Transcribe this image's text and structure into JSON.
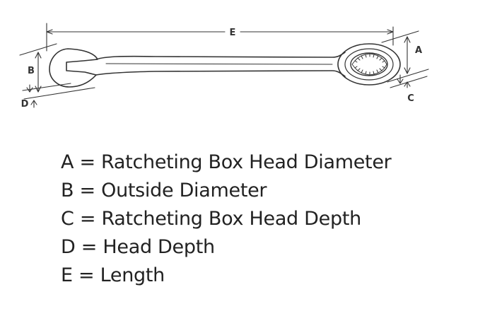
{
  "diagram": {
    "labels": {
      "a": "A",
      "b": "B",
      "c": "C",
      "d": "D",
      "e": "E"
    },
    "colors": {
      "stroke": "#333333",
      "text": "#222222",
      "background": "#ffffff"
    }
  },
  "legend": [
    "A = Ratcheting Box Head Diameter",
    "B = Outside Diameter",
    "C = Ratcheting Box Head Depth",
    "D = Head Depth",
    "E = Length"
  ]
}
